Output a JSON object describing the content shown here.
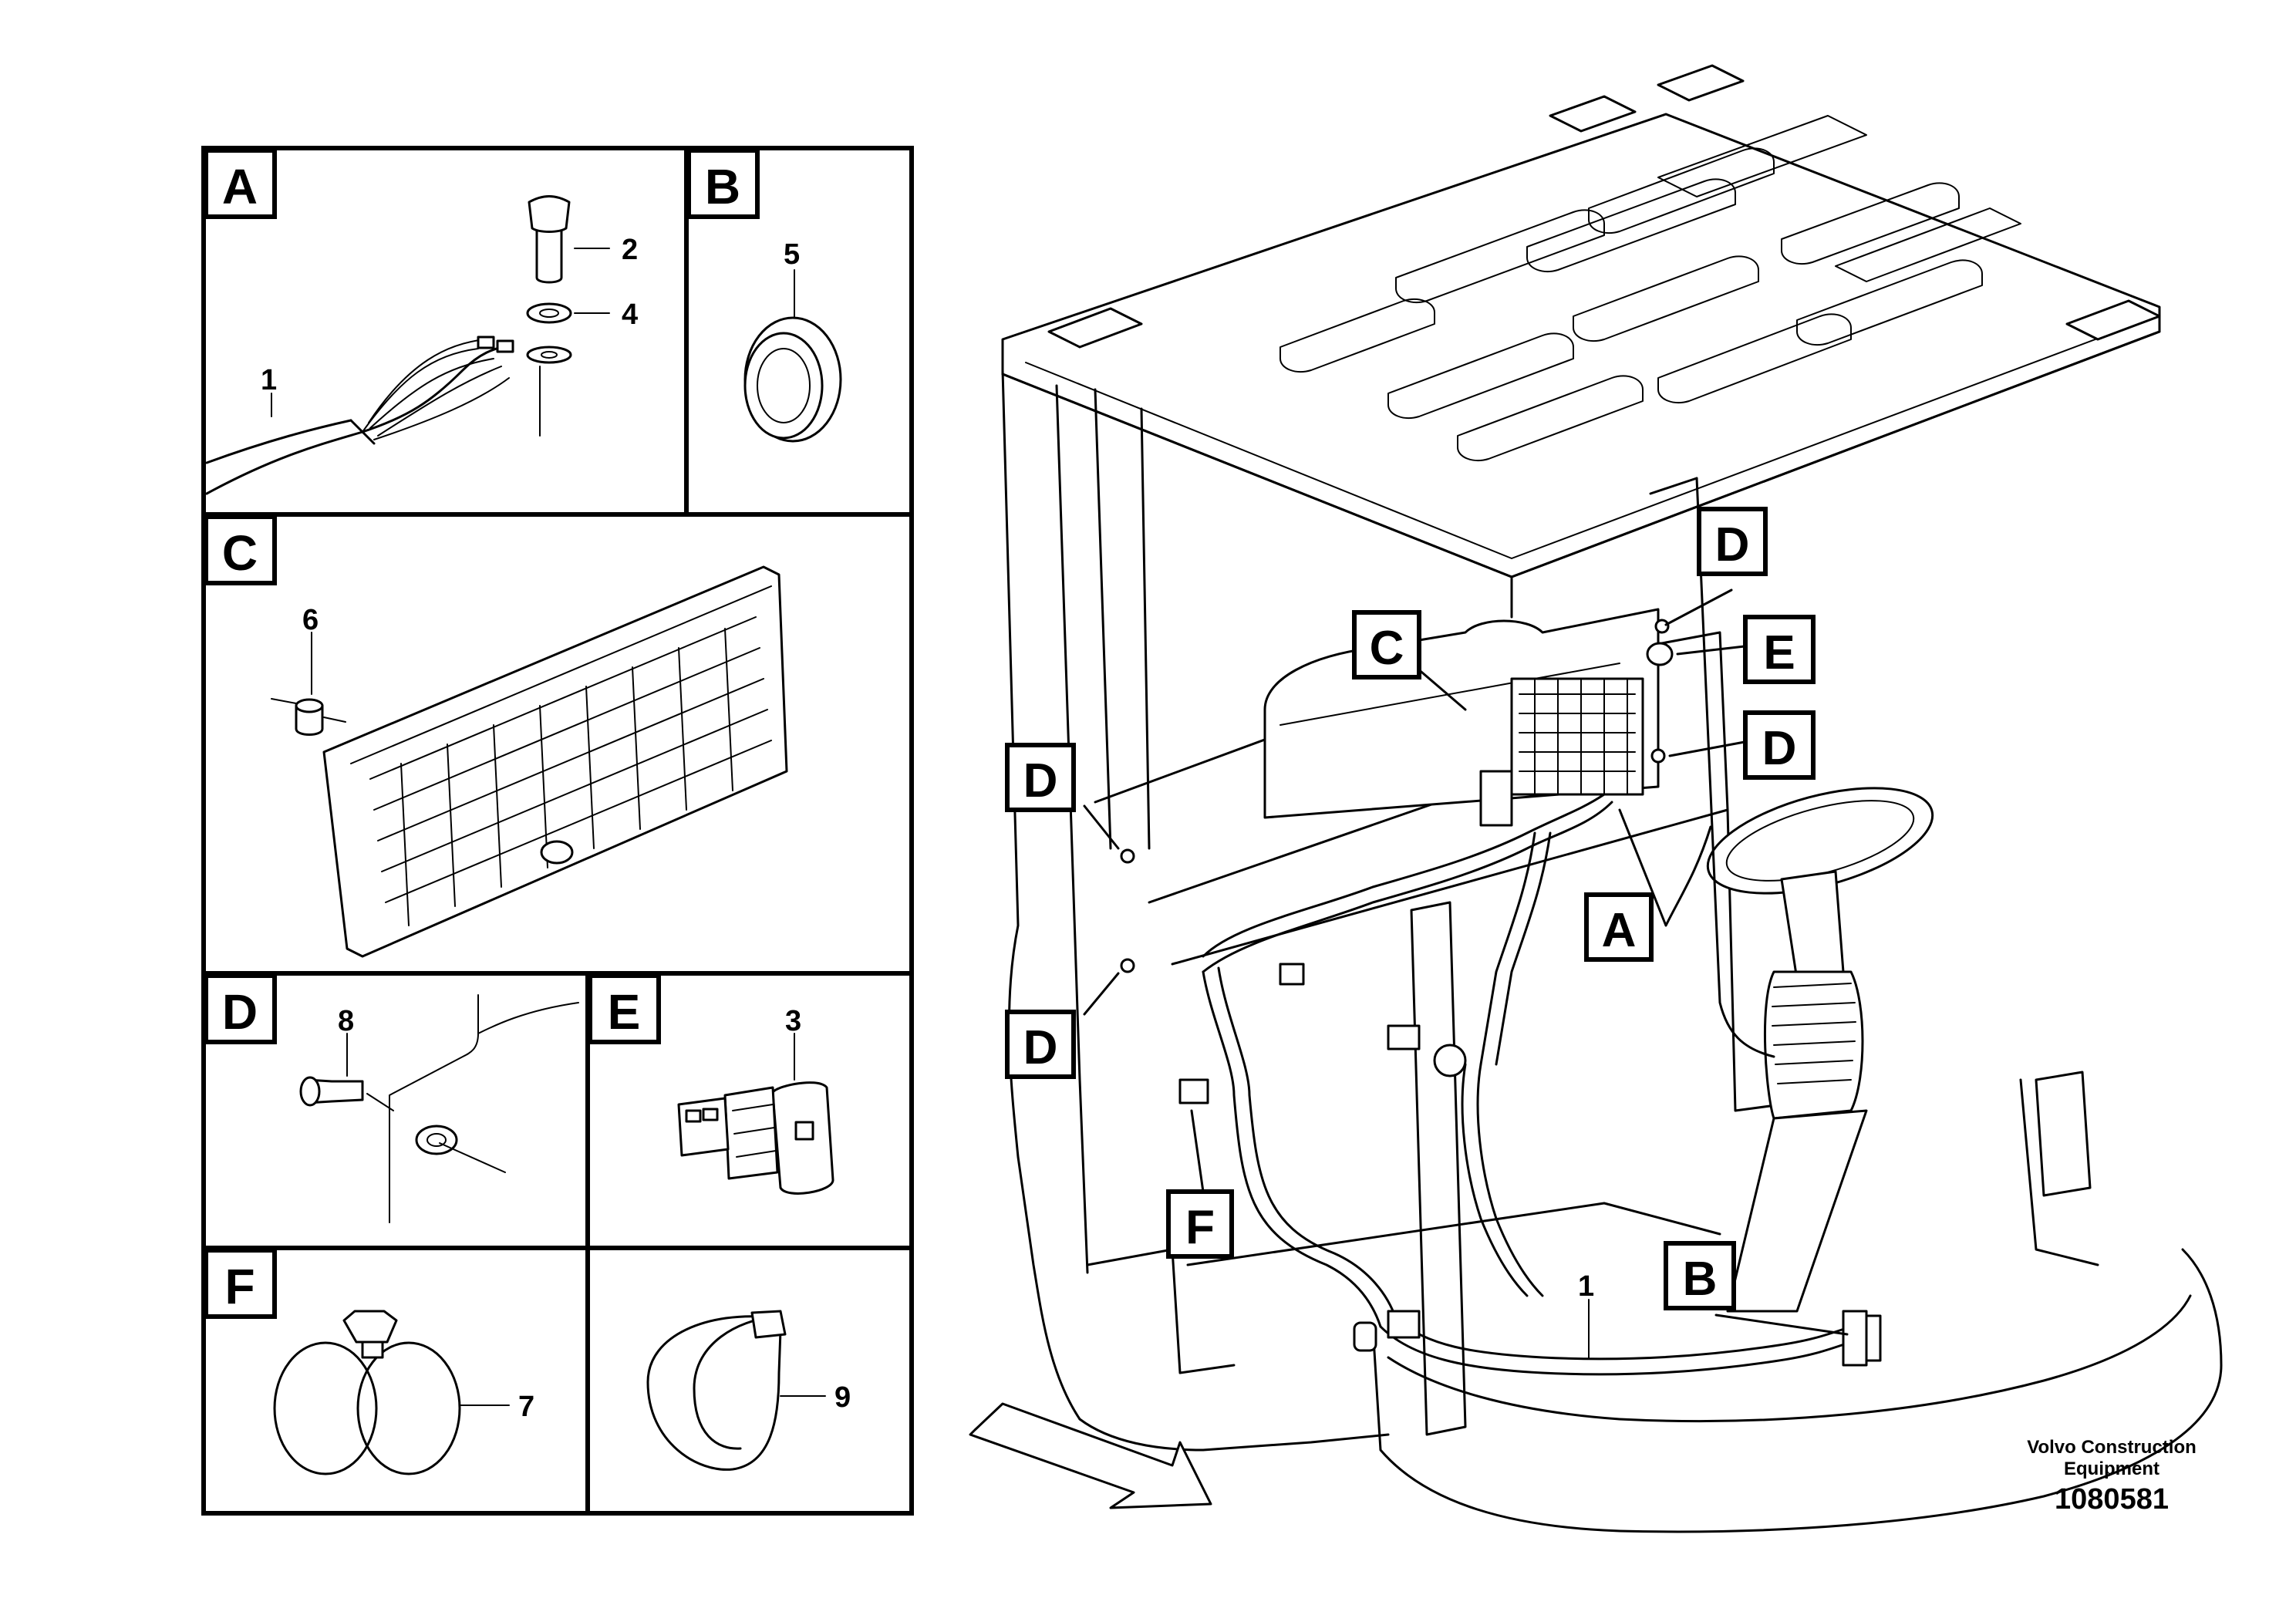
{
  "panels": [
    {
      "id": "A",
      "label": "A",
      "callouts": [
        "2",
        "4",
        "1"
      ]
    },
    {
      "id": "B",
      "label": "B",
      "callouts": [
        "5"
      ]
    },
    {
      "id": "C",
      "label": "C",
      "callouts": [
        "6"
      ]
    },
    {
      "id": "D",
      "label": "D",
      "callouts": [
        "8"
      ]
    },
    {
      "id": "E",
      "label": "E",
      "callouts": [
        "3"
      ]
    },
    {
      "id": "F",
      "label": "F",
      "callouts": [
        "7"
      ]
    },
    {
      "id": "G",
      "label": "",
      "callouts": [
        "9"
      ]
    }
  ],
  "main_callouts": [
    {
      "id": "D1",
      "label": "D"
    },
    {
      "id": "C",
      "label": "C"
    },
    {
      "id": "E",
      "label": "E"
    },
    {
      "id": "D2",
      "label": "D"
    },
    {
      "id": "D3",
      "label": "D"
    },
    {
      "id": "A",
      "label": "A"
    },
    {
      "id": "D4",
      "label": "D"
    },
    {
      "id": "F",
      "label": "F"
    },
    {
      "id": "B",
      "label": "B"
    }
  ],
  "main_part_number": "1",
  "footer": {
    "line1": "Volvo Construction",
    "line2": "Equipment",
    "id": "1080581"
  }
}
